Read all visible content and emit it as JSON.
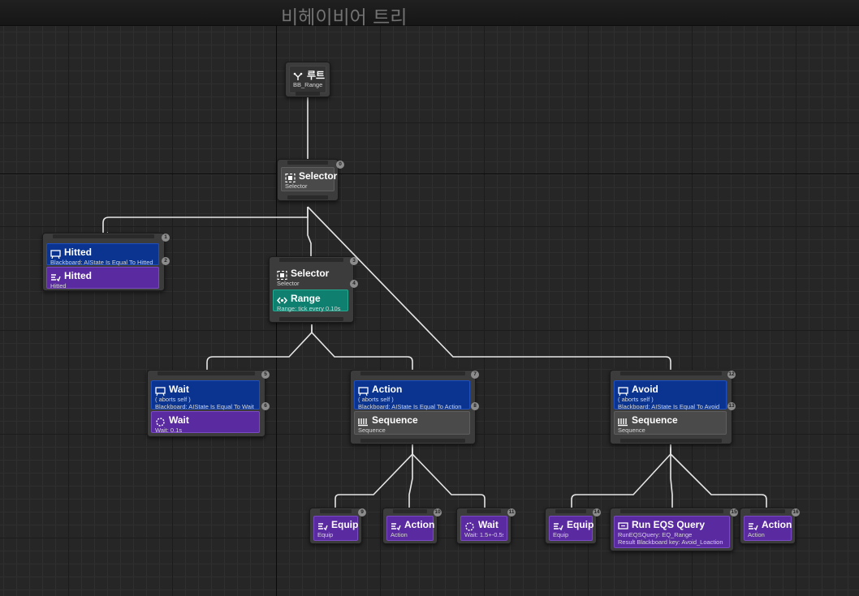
{
  "window": {
    "title": "비헤이비어 트리"
  },
  "colors": {
    "decorator": "#0a3490",
    "task": "#5a2aa0",
    "composite": "#4a4a4a",
    "service": "#0f8070",
    "wire": "#e6e6e6"
  },
  "nodes": {
    "root": {
      "title": "루트",
      "sub": "BB_Range"
    },
    "selector0": {
      "title": "Selector",
      "sub": "Selector",
      "index": "0"
    },
    "hitted_deco": {
      "title": "Hitted",
      "sub": "Blackboard: AIState Is Equal To Hitted",
      "index": "2"
    },
    "hitted_task": {
      "title": "Hitted",
      "sub": "Hitted",
      "index": "1"
    },
    "selector3": {
      "title": "Selector",
      "sub": "Selector",
      "index": "3"
    },
    "range_svc": {
      "title": "Range",
      "sub": "Range: tick every 0.10s",
      "index": "4"
    },
    "wait_deco": {
      "title": "Wait",
      "sub1": "( aborts self )",
      "sub2": "Blackboard: AIState Is Equal To Wait",
      "index": "6"
    },
    "wait_task": {
      "title": "Wait",
      "sub": "Wait: 0.1s",
      "index": "5"
    },
    "action_deco": {
      "title": "Action",
      "sub1": "( aborts self )",
      "sub2": "Blackboard: AIState Is Equal To Action",
      "index": "8"
    },
    "seq7": {
      "title": "Sequence",
      "sub": "Sequence",
      "index": "7"
    },
    "avoid_deco": {
      "title": "Avoid",
      "sub1": "( aborts self )",
      "sub2": "Blackboard: AIState Is Equal To Avoid",
      "index": "13"
    },
    "seq12": {
      "title": "Sequence",
      "sub": "Sequence",
      "index": "12"
    },
    "equip9": {
      "title": "Equip",
      "sub": "Equip",
      "index": "9"
    },
    "action10": {
      "title": "Action",
      "sub": "Action",
      "index": "10"
    },
    "wait11": {
      "title": "Wait",
      "sub": "Wait: 1.5+-0.5s",
      "index": "11"
    },
    "equip14": {
      "title": "Equip",
      "sub": "Equip",
      "index": "14"
    },
    "eqs15": {
      "title": "Run EQS Query",
      "sub1": "RunEQSQuery: EQ_Range",
      "sub2": "Result Blackboard key: Avoid_Loaction",
      "index": "15"
    },
    "action16": {
      "title": "Action",
      "sub": "Action",
      "index": "16"
    }
  }
}
